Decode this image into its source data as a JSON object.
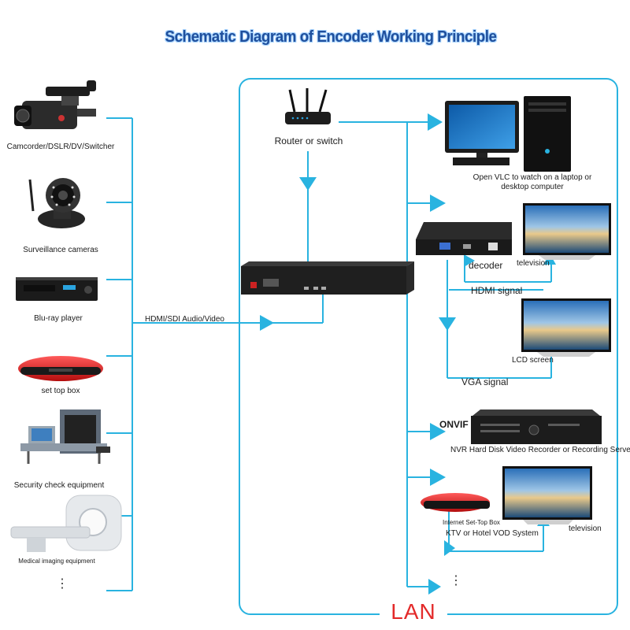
{
  "title": "Schematic Diagram of Encoder Working Principle",
  "sources": [
    {
      "label": "Camcorder/DSLR/DV/Switcher",
      "icon": "camcorder-icon"
    },
    {
      "label": "Surveillance cameras",
      "icon": "surveillance-camera-icon"
    },
    {
      "label": "Blu-ray player",
      "icon": "bluray-player-icon"
    },
    {
      "label": "set top box",
      "icon": "set-top-box-icon"
    },
    {
      "label": "Security check equipment",
      "icon": "security-scanner-icon"
    },
    {
      "label": "Medical imaging equipment",
      "icon": "medical-scanner-icon"
    }
  ],
  "input_link_label": "HDMI/SDI Audio/Video",
  "router_label": "Router or switch",
  "encoder_icon": "encoder-icon",
  "outputs": {
    "vlc_label": "Open VLC to watch on a laptop or desktop computer",
    "decoder_label": "decoder",
    "television_label_1": "television",
    "hdmi_signal_label": "HDMI signal",
    "lcd_label": "LCD screen",
    "vga_signal_label": "VGA signal",
    "onvif_label": "ONVIF",
    "nvr_label": "NVR Hard Disk Video Recorder or Recording Server",
    "iptv_box_label": "Internet Set-Top Box",
    "ktv_label": "KTV or Hotel VOD System",
    "television_label_2": "television"
  },
  "lan_label": "LAN",
  "colors": {
    "wire": "#29b3e0",
    "lan": "#e32a2a",
    "title": "#1f4f9c"
  }
}
